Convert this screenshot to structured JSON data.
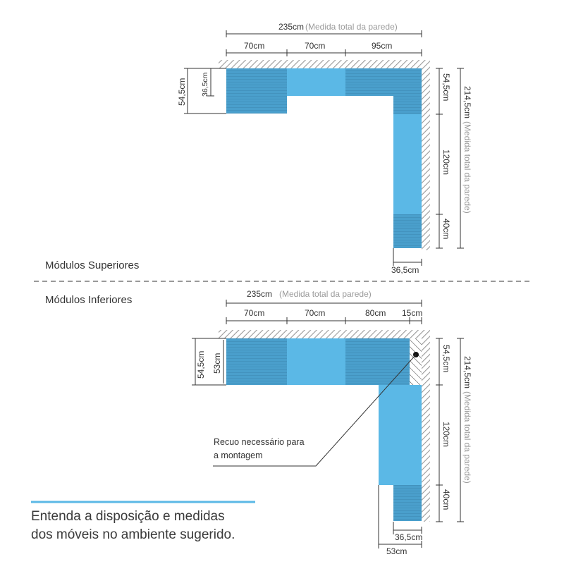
{
  "colors": {
    "module_dark": "#4a9fcc",
    "module_light": "#5bb8e6",
    "line": "#333333",
    "wall": "#bbbbbb",
    "accent": "#5bb8e6",
    "gray_text": "#9a9a9a"
  },
  "upper": {
    "section_label": "Módulos Superiores",
    "total_width": "235cm",
    "total_width_note": "(Medida total da parede)",
    "top_segments": [
      "70cm",
      "70cm",
      "95cm"
    ],
    "left_outer": "54,5cm",
    "left_inner": "36,5cm",
    "right_segments": [
      "54,5cm",
      "120cm",
      "40cm"
    ],
    "right_total": "214,5cm",
    "right_total_note": "(Medida total da parede)",
    "bottom_depth": "36,5cm"
  },
  "lower": {
    "section_label": "Módulos Inferiores",
    "total_width": "235cm",
    "total_width_note": "(Medida total da parede)",
    "top_segments": [
      "70cm",
      "70cm",
      "80cm",
      "15cm"
    ],
    "left_outer": "54,5cm",
    "left_inner": "53cm",
    "right_segments": [
      "54,5cm",
      "120cm",
      "40cm"
    ],
    "right_total": "214,5cm",
    "right_total_note": "(Medida total da parede)",
    "bottom_depth_inner": "36,5cm",
    "bottom_depth_outer": "53cm",
    "callout_line1": "Recuo necessário para",
    "callout_line2": "a montagem"
  },
  "footer": {
    "line1": "Entenda a disposição e medidas",
    "line2": "dos móveis no ambiente sugerido."
  }
}
